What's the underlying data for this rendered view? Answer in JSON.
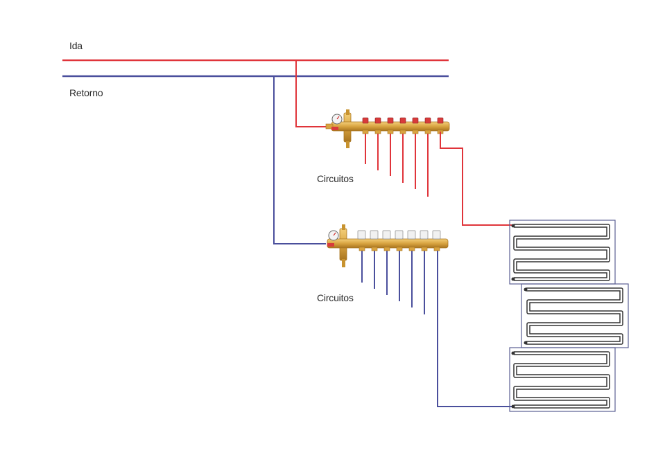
{
  "labels": {
    "supply": "Ida",
    "return": "Retorno",
    "circuits_supply": "Circuitos",
    "circuits_return": "Circuitos"
  },
  "colors": {
    "supply_pipe": "#e0343a",
    "return_pipe": "#4a4f9c",
    "brass": "#d9a441",
    "brass_dark": "#a8741f",
    "panel_border": "#5b5f93",
    "loop_tube": "#3a3a3a",
    "valve_head": "#e8e8e8"
  },
  "icons": {
    "supply_manifold": "manifold-icon",
    "return_manifold": "manifold-icon",
    "pressure_gauge": "gauge-icon",
    "heating_loops": "underfloor-loop-icon"
  }
}
